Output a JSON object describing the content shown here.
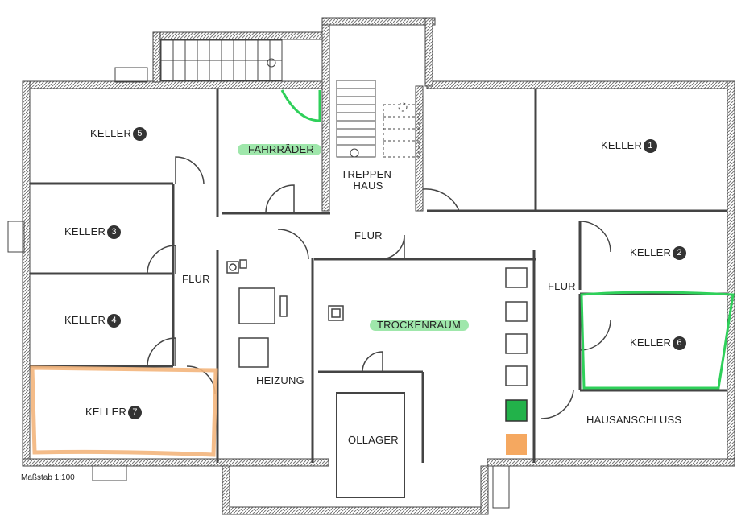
{
  "rooms": {
    "keller1": {
      "text": "KELLER",
      "num": "1"
    },
    "keller2": {
      "text": "KELLER",
      "num": "2"
    },
    "keller3": {
      "text": "KELLER",
      "num": "3"
    },
    "keller4": {
      "text": "KELLER",
      "num": "4"
    },
    "keller5": {
      "text": "KELLER",
      "num": "5"
    },
    "keller6": {
      "text": "KELLER",
      "num": "6"
    },
    "keller7": {
      "text": "KELLER",
      "num": "7"
    },
    "fahrraeder": "FAHRRÄDER",
    "treppenhaus_line1": "TREPPEN-",
    "treppenhaus_line2": "HAUS",
    "flur_top": "FLUR",
    "flur_left": "FLUR",
    "flur_right": "FLUR",
    "trockenraum": "TROCKENRAUM",
    "heizung": "HEIZUNG",
    "oellager": "ÖLLAGER",
    "hausanschluss": "HAUSANSCHLUSS"
  },
  "scale": "Maßstab 1:100",
  "colors": {
    "wall": "#555555",
    "green_highlight": "#35d06a",
    "orange_highlight": "#f2b47a"
  }
}
